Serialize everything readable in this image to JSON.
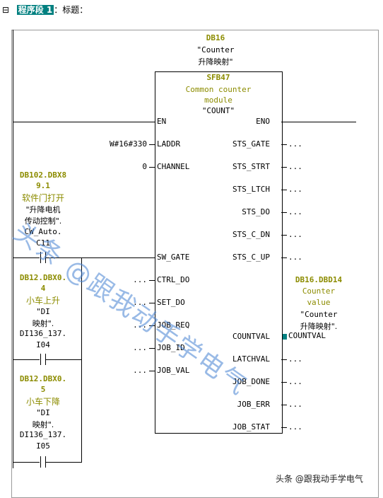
{
  "network": {
    "toggle": "⊟",
    "name": "程序段 1",
    "title_label": "：标题："
  },
  "block": {
    "db": "DB16",
    "db_comment_1": "\"Counter",
    "db_comment_2": "升降映射\"",
    "fb": "SFB47",
    "desc_1": "Common counter",
    "desc_2": "module",
    "desc_3": "\"COUNT\"",
    "inputs": [
      "EN",
      "LADDR",
      "CHANNEL",
      "SW_GATE",
      "CTRL_DO",
      "SET_DO",
      "JOB_REQ",
      "JOB_ID",
      "JOB_VAL"
    ],
    "outputs": [
      "ENO",
      "STS_GATE",
      "STS_STRT",
      "STS_LTCH",
      "STS_DO",
      "STS_C_DN",
      "STS_C_UP",
      "COUNTVAL",
      "LATCHVAL",
      "JOB_DONE",
      "JOB_ERR",
      "JOB_STAT"
    ],
    "laddr_value": "W#16#330",
    "channel_value": "0",
    "open_param": "...",
    "countval_1": "DB16.DBD14",
    "countval_2": "Counter",
    "countval_3": "value",
    "countval_4": "\"Counter",
    "countval_5": "升降映射\".",
    "countval_6": "COUNTVAL"
  },
  "contacts": [
    {
      "l1": "DB102.DBX8",
      "l2": "9.1",
      "l3": "软件门打开",
      "l4": "\"升降电机",
      "l5": "传动控制\".",
      "l6": "CW_Auto.",
      "l7": "C11"
    },
    {
      "l1": "DB12.DBX0.",
      "l2": "4",
      "l3": "小车上升",
      "l4": "\"DI",
      "l5": "映射\".",
      "l6": "DI136_137.",
      "l7": "I04"
    },
    {
      "l1": "DB12.DBX0.",
      "l2": "5",
      "l3": "小车下降",
      "l4": "\"DI",
      "l5": "映射\".",
      "l6": "DI136_137.",
      "l7": "I05"
    }
  ],
  "watermark": "头条 @跟我动手学电气",
  "footer": "头条 @跟我动手学电气"
}
